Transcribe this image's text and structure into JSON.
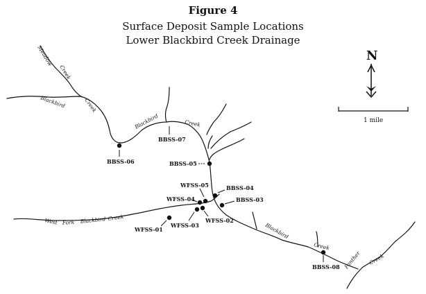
{
  "figure_number": "Figure 4",
  "title_line1": "Surface Deposit Sample Locations",
  "title_line2": "Lower Blackbird Creek Drainage",
  "north_arrow": {
    "label": "N"
  },
  "scale_bar": {
    "label": "1 mile"
  },
  "creek_names": {
    "meadow_creek": [
      "Meadow",
      "Creek"
    ],
    "upper_blackbird": [
      "Blackbird",
      "Creek"
    ],
    "west_fork": [
      "West",
      "Fork",
      "Blackbird",
      "Creek"
    ],
    "lower_blackbird": [
      "Blackbird",
      "Creek"
    ],
    "panther_creek": [
      "Panther",
      "Creek"
    ]
  },
  "sample_sites": [
    "BBSS-06",
    "BBSS-07",
    "BBSS-05",
    "BBSS-04",
    "BBSS-03",
    "BBSS-08",
    "WFSS-05",
    "WFSS-04",
    "WFSS-02",
    "WFSS-03",
    "WFSS-01"
  ]
}
